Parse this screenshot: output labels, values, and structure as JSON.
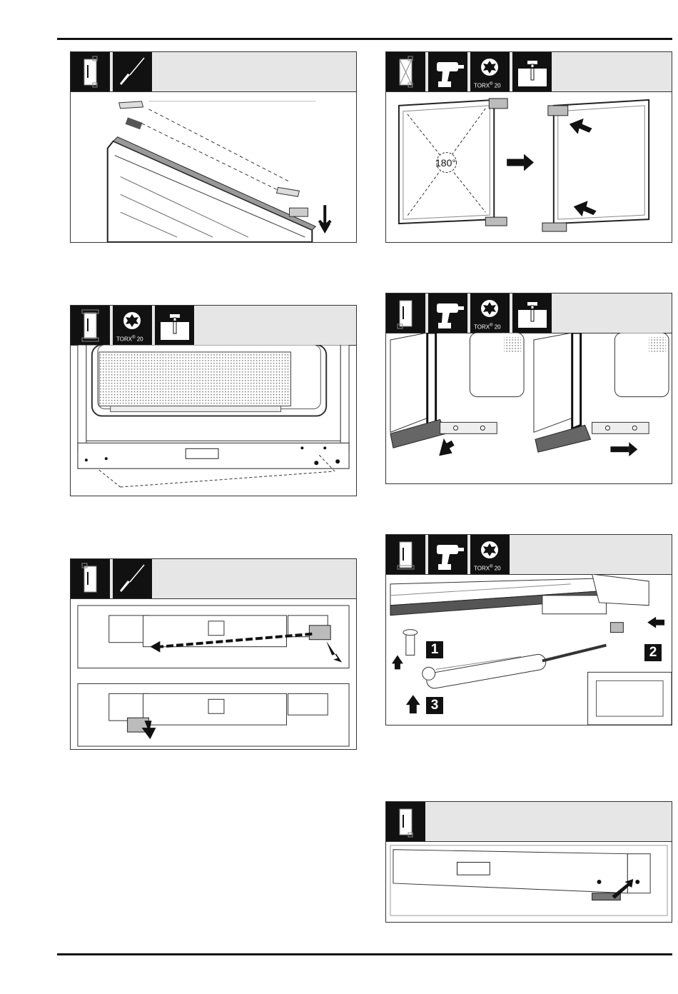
{
  "page": {
    "accent": "#111111",
    "header_bg": "#e6e6e6"
  },
  "icons": {
    "door": "door-outline-icon",
    "screwdriver": "screwdriver-icon",
    "drill": "cordless-drill-icon",
    "torx": "torx-star-icon",
    "screw": "screw-icon"
  },
  "torx_label": {
    "brand": "TORX",
    "reg": "®",
    "size": "20"
  },
  "rotation": {
    "angle": "180°"
  },
  "steps": {
    "one": "1",
    "two": "2",
    "three": "3"
  }
}
